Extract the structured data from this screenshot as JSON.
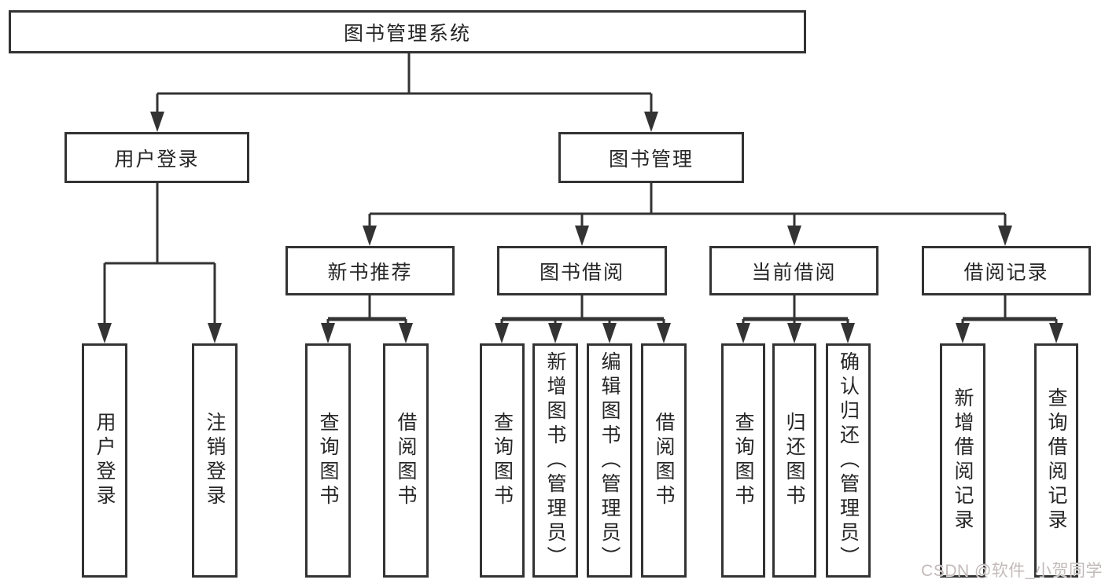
{
  "page": {
    "background": "#ffffff"
  },
  "tree": {
    "root": {
      "label": "图书管理系统"
    },
    "branches": [
      {
        "label": "用户登录",
        "leaves": [
          "用户登录",
          "注销登录"
        ]
      },
      {
        "label": "图书管理",
        "groups": [
          {
            "label": "新书推荐",
            "leaves": [
              "查询图书",
              "借阅图书"
            ]
          },
          {
            "label": "图书借阅",
            "leaves": [
              "查询图书",
              "新增图书（管理员）",
              "编辑图书（管理员）",
              "借阅图书"
            ]
          },
          {
            "label": "当前借阅",
            "leaves": [
              "查询图书",
              "归还图书",
              "确认归还（管理员）"
            ]
          },
          {
            "label": "借阅记录",
            "leaves": [
              "新增借阅记录",
              "查询借阅记录"
            ]
          }
        ]
      }
    ]
  },
  "watermark": {
    "text": "CSDN @软件_小贺同学",
    "color": "#c3baba"
  },
  "colors": {
    "line": "#333333",
    "box_border": "#333333",
    "box_background": "#ffffff",
    "text": "#262626"
  }
}
